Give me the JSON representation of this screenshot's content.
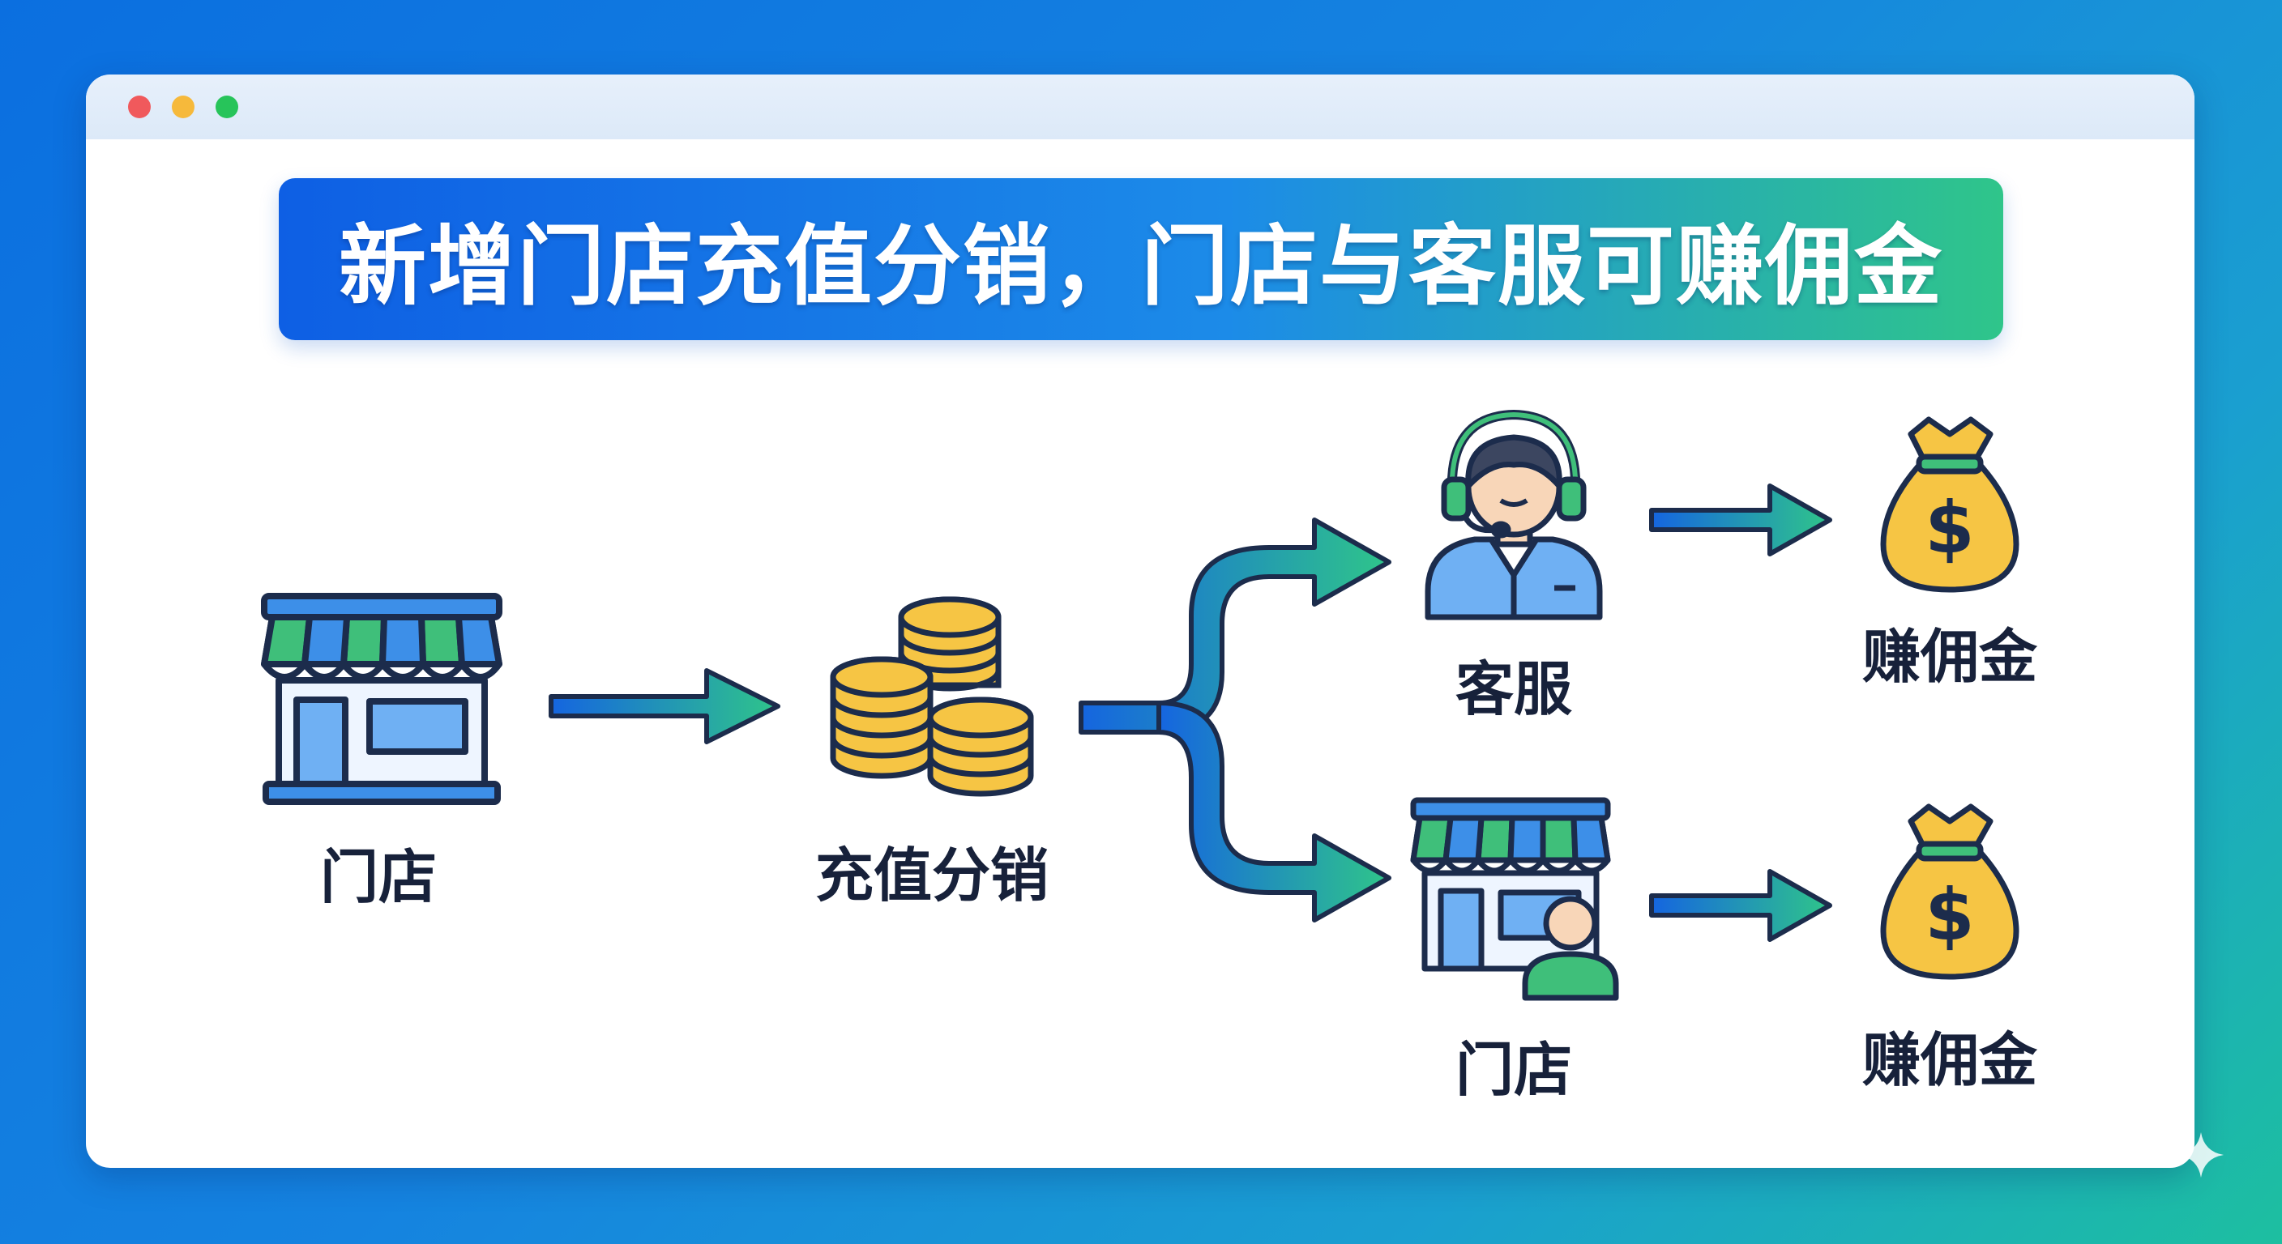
{
  "window": {
    "controls": [
      "close",
      "minimize",
      "maximize"
    ]
  },
  "banner": {
    "title": "新增门店充值分销，门店与客服可赚佣金"
  },
  "nodes": {
    "store_source": {
      "label": "门店",
      "icon": "storefront-icon"
    },
    "recharge": {
      "label": "充值分销",
      "icon": "coin-stack-icon"
    },
    "customer_service": {
      "label": "客服",
      "icon": "headset-agent-icon"
    },
    "store_target": {
      "label": "门店",
      "icon": "store-with-person-icon"
    },
    "commission_top": {
      "label": "赚佣金",
      "icon": "money-bag-icon"
    },
    "commission_bottom": {
      "label": "赚佣金",
      "icon": "money-bag-icon"
    }
  },
  "colors": {
    "background_start": "#0b6fe0",
    "background_end": "#1dbfa0",
    "arrow_start": "#1565e0",
    "arrow_end": "#2fc58a",
    "coin_gold": "#f6c544",
    "awning_green": "#3fbf7a",
    "awning_blue": "#3d8fe8",
    "outline": "#1c2c4c"
  }
}
